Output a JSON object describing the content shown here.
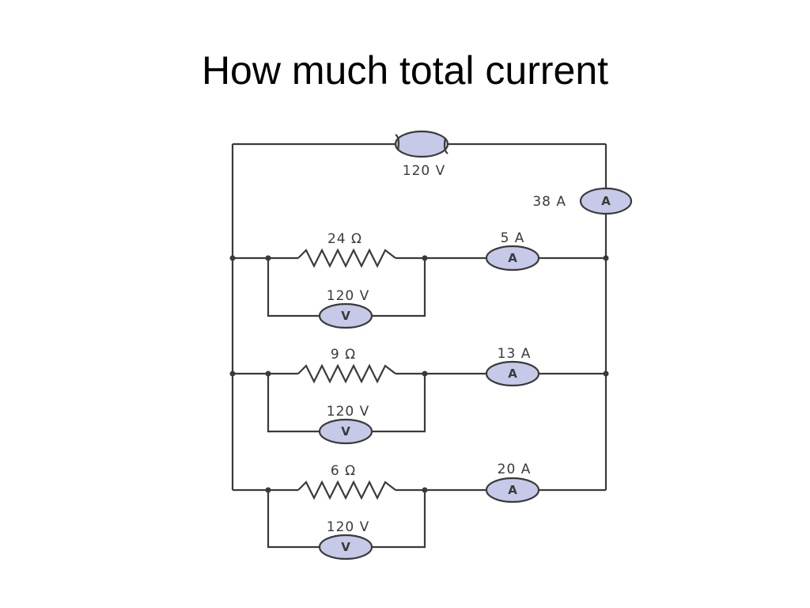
{
  "slide": {
    "title": "How much total current"
  },
  "circuit": {
    "source": {
      "label": "120 V",
      "symbol": "ac-source-icon"
    },
    "total_ammeter": {
      "label": "38 A",
      "letter": "A"
    },
    "branches": [
      {
        "resistor": "24 Ω",
        "current": "5 A",
        "voltage": "120 V",
        "ammeter_letter": "A",
        "voltmeter_letter": "V"
      },
      {
        "resistor": "9 Ω",
        "current": "13 A",
        "voltage": "120 V",
        "ammeter_letter": "A",
        "voltmeter_letter": "V"
      },
      {
        "resistor": "6 Ω",
        "current": "20 A",
        "voltage": "120 V",
        "ammeter_letter": "A",
        "voltmeter_letter": "V"
      }
    ],
    "colors": {
      "wire": "#3a3a3a",
      "meter_fill": "#c7c9e8"
    }
  }
}
